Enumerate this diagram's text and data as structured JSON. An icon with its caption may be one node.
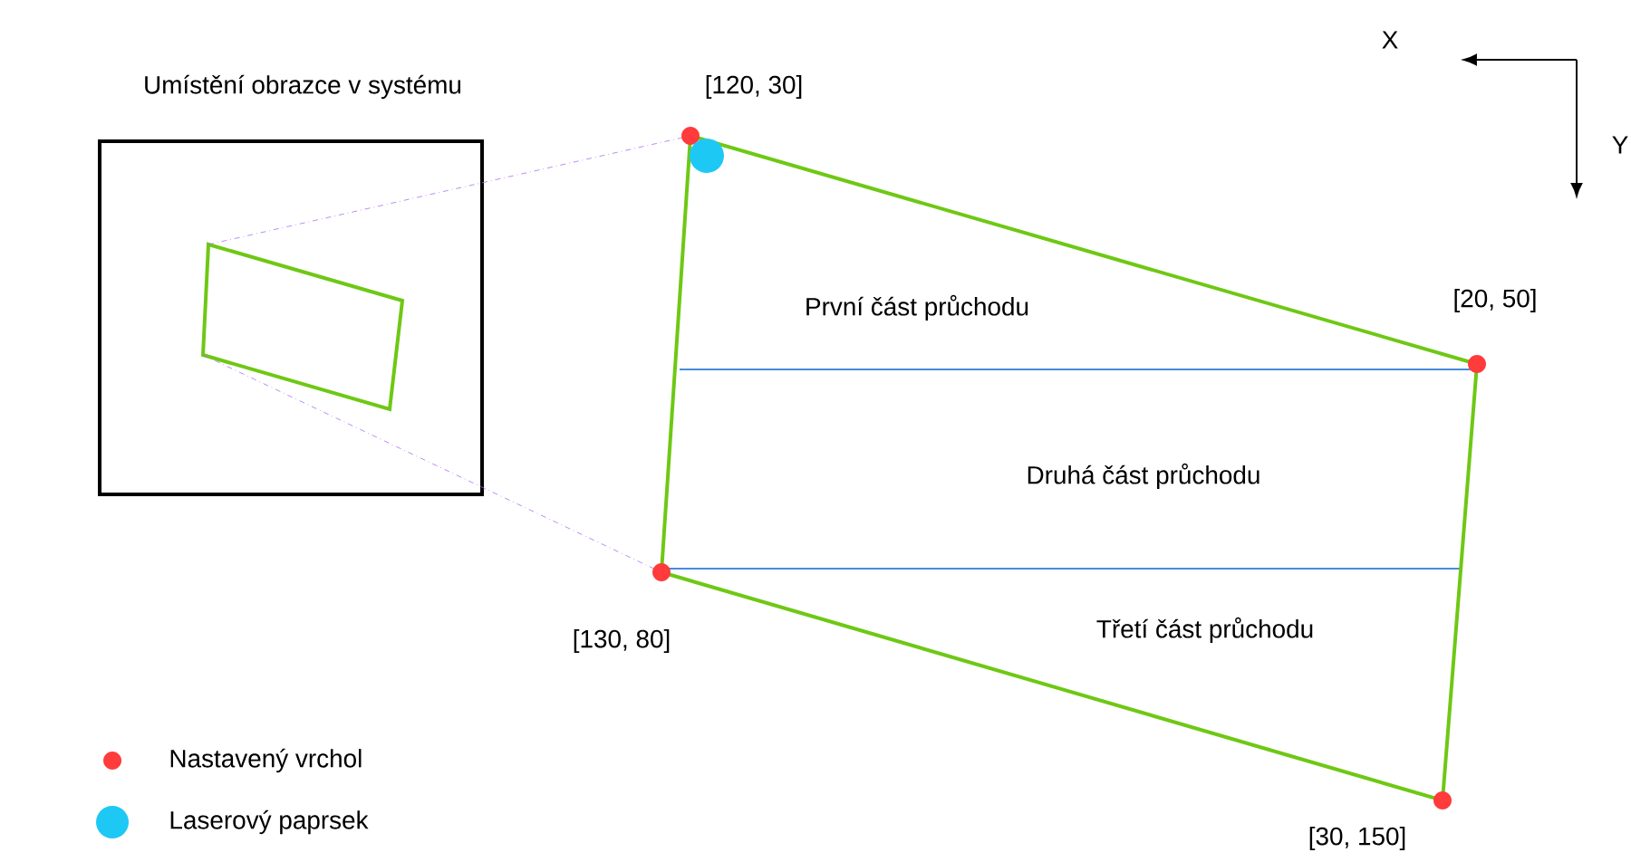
{
  "diagram": {
    "labels": [
      "X",
      "Umístění obrazce v systému",
      "[120, 30]",
      "Y",
      "První část průchodu",
      "[20, 50]",
      "Druhá část průchodu",
      "[130, 80]",
      "Třetí část průchodu",
      "[30, 150]"
    ],
    "legend": [
      {
        "text": "Nastavený vrchol",
        "color": "#ff3b3b"
      },
      {
        "text": "Laserový paprsek",
        "color": "#1ec8f5"
      }
    ]
  }
}
